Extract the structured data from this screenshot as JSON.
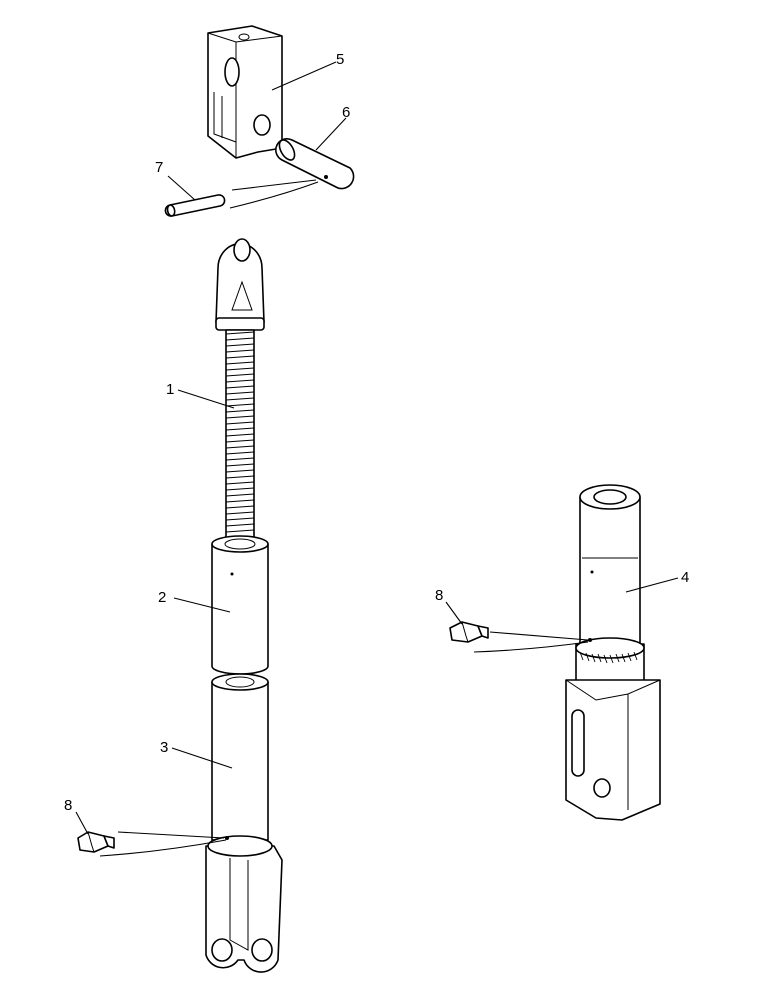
{
  "callouts": {
    "c1": "1",
    "c2": "2",
    "c3": "3",
    "c4": "4",
    "c5": "5",
    "c6": "6",
    "c7": "7",
    "c8a": "8",
    "c8b": "8"
  },
  "colors": {
    "line": "#000000",
    "background": "#ffffff"
  }
}
